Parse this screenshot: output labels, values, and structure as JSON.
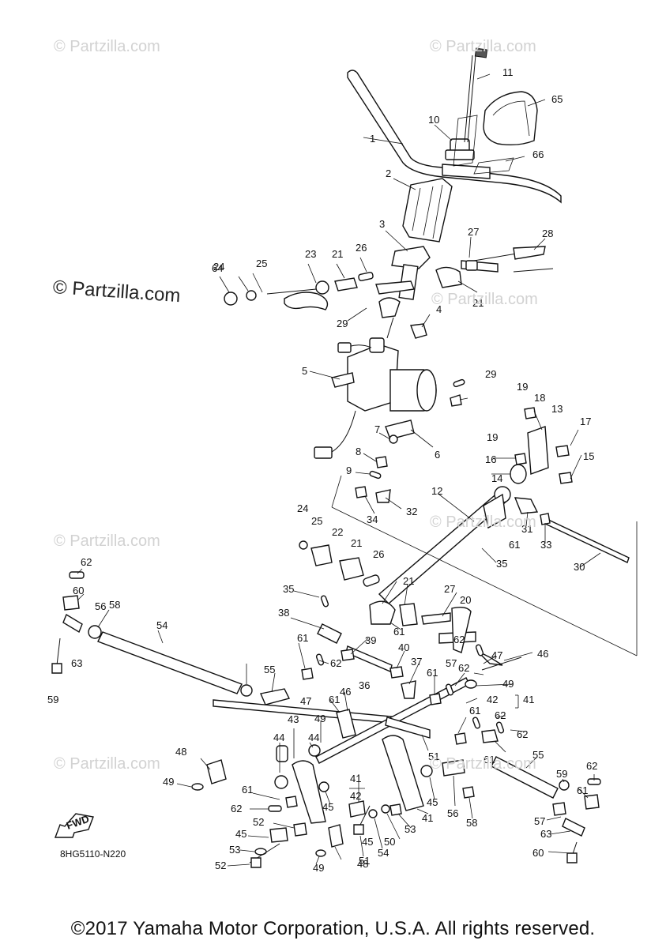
{
  "watermarks": [
    {
      "text": "© Partzilla.com"
    },
    {
      "text": "© Partzilla.com"
    },
    {
      "text": "© Partzilla.com"
    },
    {
      "text": "© Partzilla.com"
    },
    {
      "text": "© Partzilla.com"
    },
    {
      "text": "© Partzilla.com"
    }
  ],
  "watermark_main": "© Partzilla.com",
  "figure_id": "8HG5110-N220",
  "fwd_label": "FWD",
  "copyright": "©2017 Yamaha Motor Corporation, U.S.A. All rights reserved.",
  "part_labels": [
    "1",
    "2",
    "3",
    "4",
    "5",
    "6",
    "7",
    "8",
    "9",
    "10",
    "11",
    "12",
    "13",
    "14",
    "15",
    "16",
    "17",
    "18",
    "19",
    "19",
    "20",
    "21",
    "21",
    "21",
    "21",
    "22",
    "23",
    "24",
    "24",
    "25",
    "25",
    "26",
    "26",
    "27",
    "27",
    "28",
    "29",
    "29",
    "30",
    "31",
    "32",
    "33",
    "34",
    "35",
    "35",
    "36",
    "37",
    "38",
    "39",
    "40",
    "41",
    "41",
    "41",
    "42",
    "42",
    "43",
    "44",
    "44",
    "45",
    "45",
    "45",
    "45",
    "46",
    "46",
    "47",
    "47",
    "48",
    "48",
    "49",
    "49",
    "49",
    "49",
    "50",
    "51",
    "51",
    "52",
    "52",
    "53",
    "53",
    "54",
    "54",
    "55",
    "55",
    "56",
    "56",
    "57",
    "57",
    "58",
    "58",
    "59",
    "59",
    "60",
    "60",
    "61",
    "61",
    "61",
    "61",
    "61",
    "61",
    "61",
    "61",
    "61",
    "62",
    "62",
    "62",
    "62",
    "62",
    "62",
    "62",
    "62",
    "63",
    "63",
    "64",
    "65",
    "66"
  ]
}
